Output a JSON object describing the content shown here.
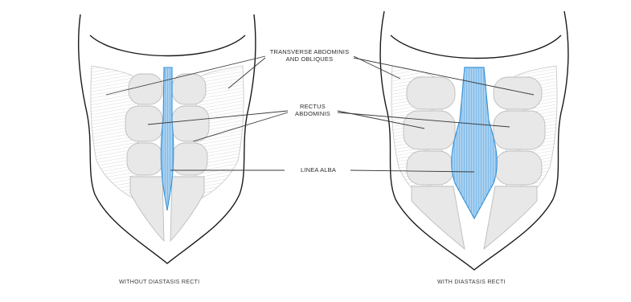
{
  "labels": {
    "transverse_line1": "TRANSVERSE ABDOMINIS",
    "transverse_line2": "AND OBLIQUES",
    "rectus_line1": "RECTUS",
    "rectus_line2": "ABDOMINIS",
    "linea_alba": "LINEA ALBA"
  },
  "captions": {
    "left": "WITHOUT DIASTASIS RECTI",
    "right": "WITH DIASTASIS RECTI"
  },
  "colors": {
    "outline": "#1a1a1a",
    "muscle_fill": "#e6e6e6",
    "muscle_stroke": "#bdbdbd",
    "linea_alba_fill": "#a8d0f0",
    "linea_alba_stroke": "#2f8fd8",
    "leader_line": "#3a3a3a"
  }
}
